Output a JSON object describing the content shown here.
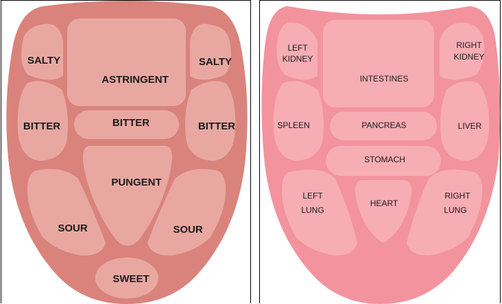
{
  "taste_map": {
    "salty_left": "SALTY",
    "salty_right": "SALTY",
    "astringent": "ASTRINGENT",
    "bitter_left": "BITTER",
    "bitter_center": "BITTER",
    "bitter_right": "BITTER",
    "pungent": "PUNGENT",
    "sour_left": "SOUR",
    "sour_right": "SOUR",
    "sweet": "SWEET"
  },
  "organ_map": {
    "left_kidney_1": "LEFT",
    "left_kidney_2": "KIDNEY",
    "right_kidney_1": "RIGHT",
    "right_kidney_2": "KIDNEY",
    "intestines": "INTESTINES",
    "spleen": "SPLEEN",
    "pancreas": "PANCREAS",
    "liver": "LIVER",
    "stomach": "STOMACH",
    "left_lung_1": "LEFT",
    "left_lung_2": "LUNG",
    "heart": "HEART",
    "right_lung_1": "RIGHT",
    "right_lung_2": "LUNG"
  },
  "colors": {
    "left_tongue": "#d9837c",
    "left_region": "#e8a8a1",
    "right_tongue": "#f3939e",
    "right_region": "#f6adb4"
  }
}
